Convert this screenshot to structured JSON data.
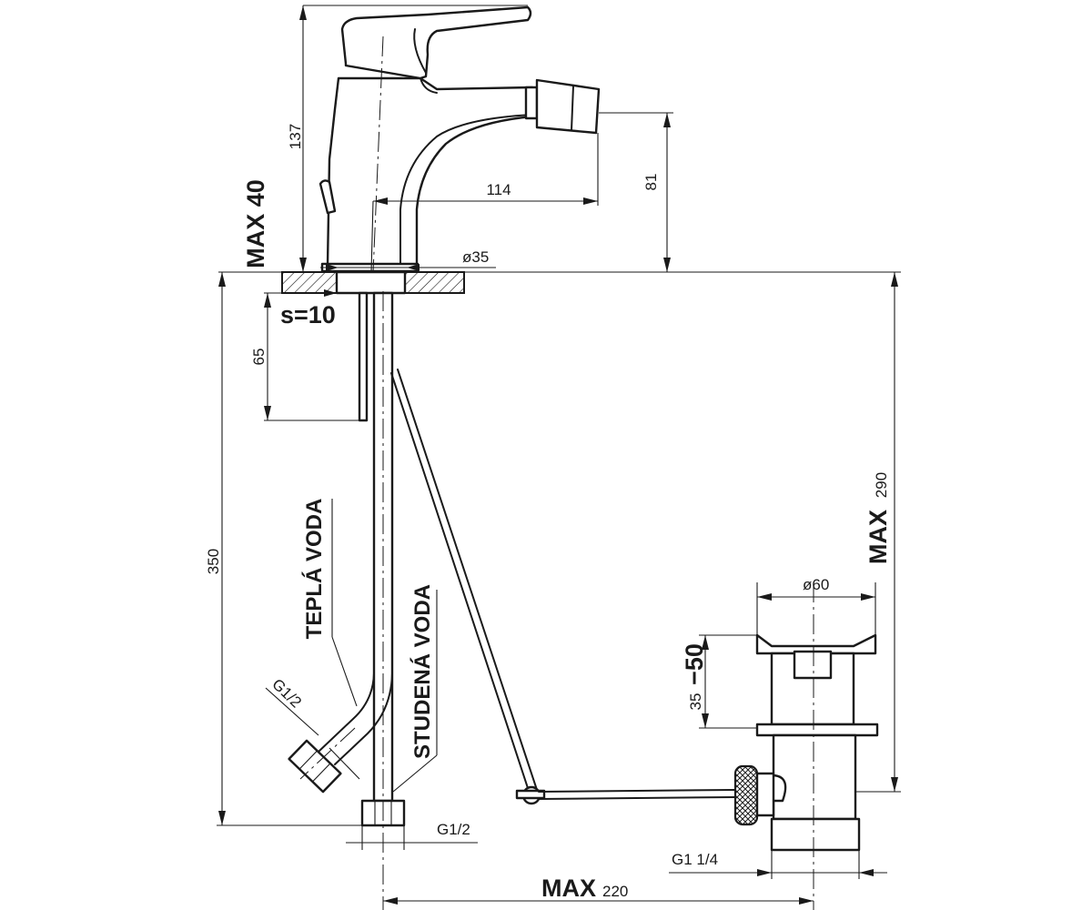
{
  "dimensions": {
    "height_total": "137",
    "nozzle_height": "81",
    "reach": "114",
    "hole_diameter": "ø35",
    "deck_max": "MAX 40",
    "deck_thickness": "s=10",
    "shank_length": "65",
    "total_length": "350",
    "rod_max_word": "MAX",
    "rod_max_value": "290",
    "waste_diameter": "ø60",
    "waste_range_max": "−50",
    "waste_range_min": "35",
    "inlet_thread": "G1/2",
    "hose_thread": "G1/2",
    "waste_thread": "G1  1/4",
    "max_reach_word": "MAX",
    "max_reach_value": "220"
  },
  "labels": {
    "hot_water": "TEPLÁ VODA",
    "cold_water": "STUDENÁ VODA"
  }
}
